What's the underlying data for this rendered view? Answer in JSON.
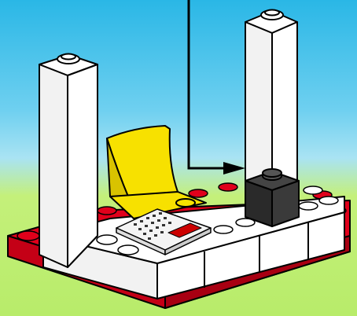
{
  "scene": {
    "sky_top_color": "#2ab7e6",
    "sky_bottom_color": "#a9e3f3",
    "ground_color": "#c4f07a",
    "base_plate_color": "#e0001b",
    "brick_color": "#ffffff",
    "seat_color": "#f7e100",
    "dark_brick_color": "#333333",
    "outline_color": "#000000"
  },
  "annotation": {
    "arrow_icon": "arrow-pointing-right"
  },
  "display_tile": {
    "keypad_rows": 4,
    "keypad_cols": 6
  }
}
